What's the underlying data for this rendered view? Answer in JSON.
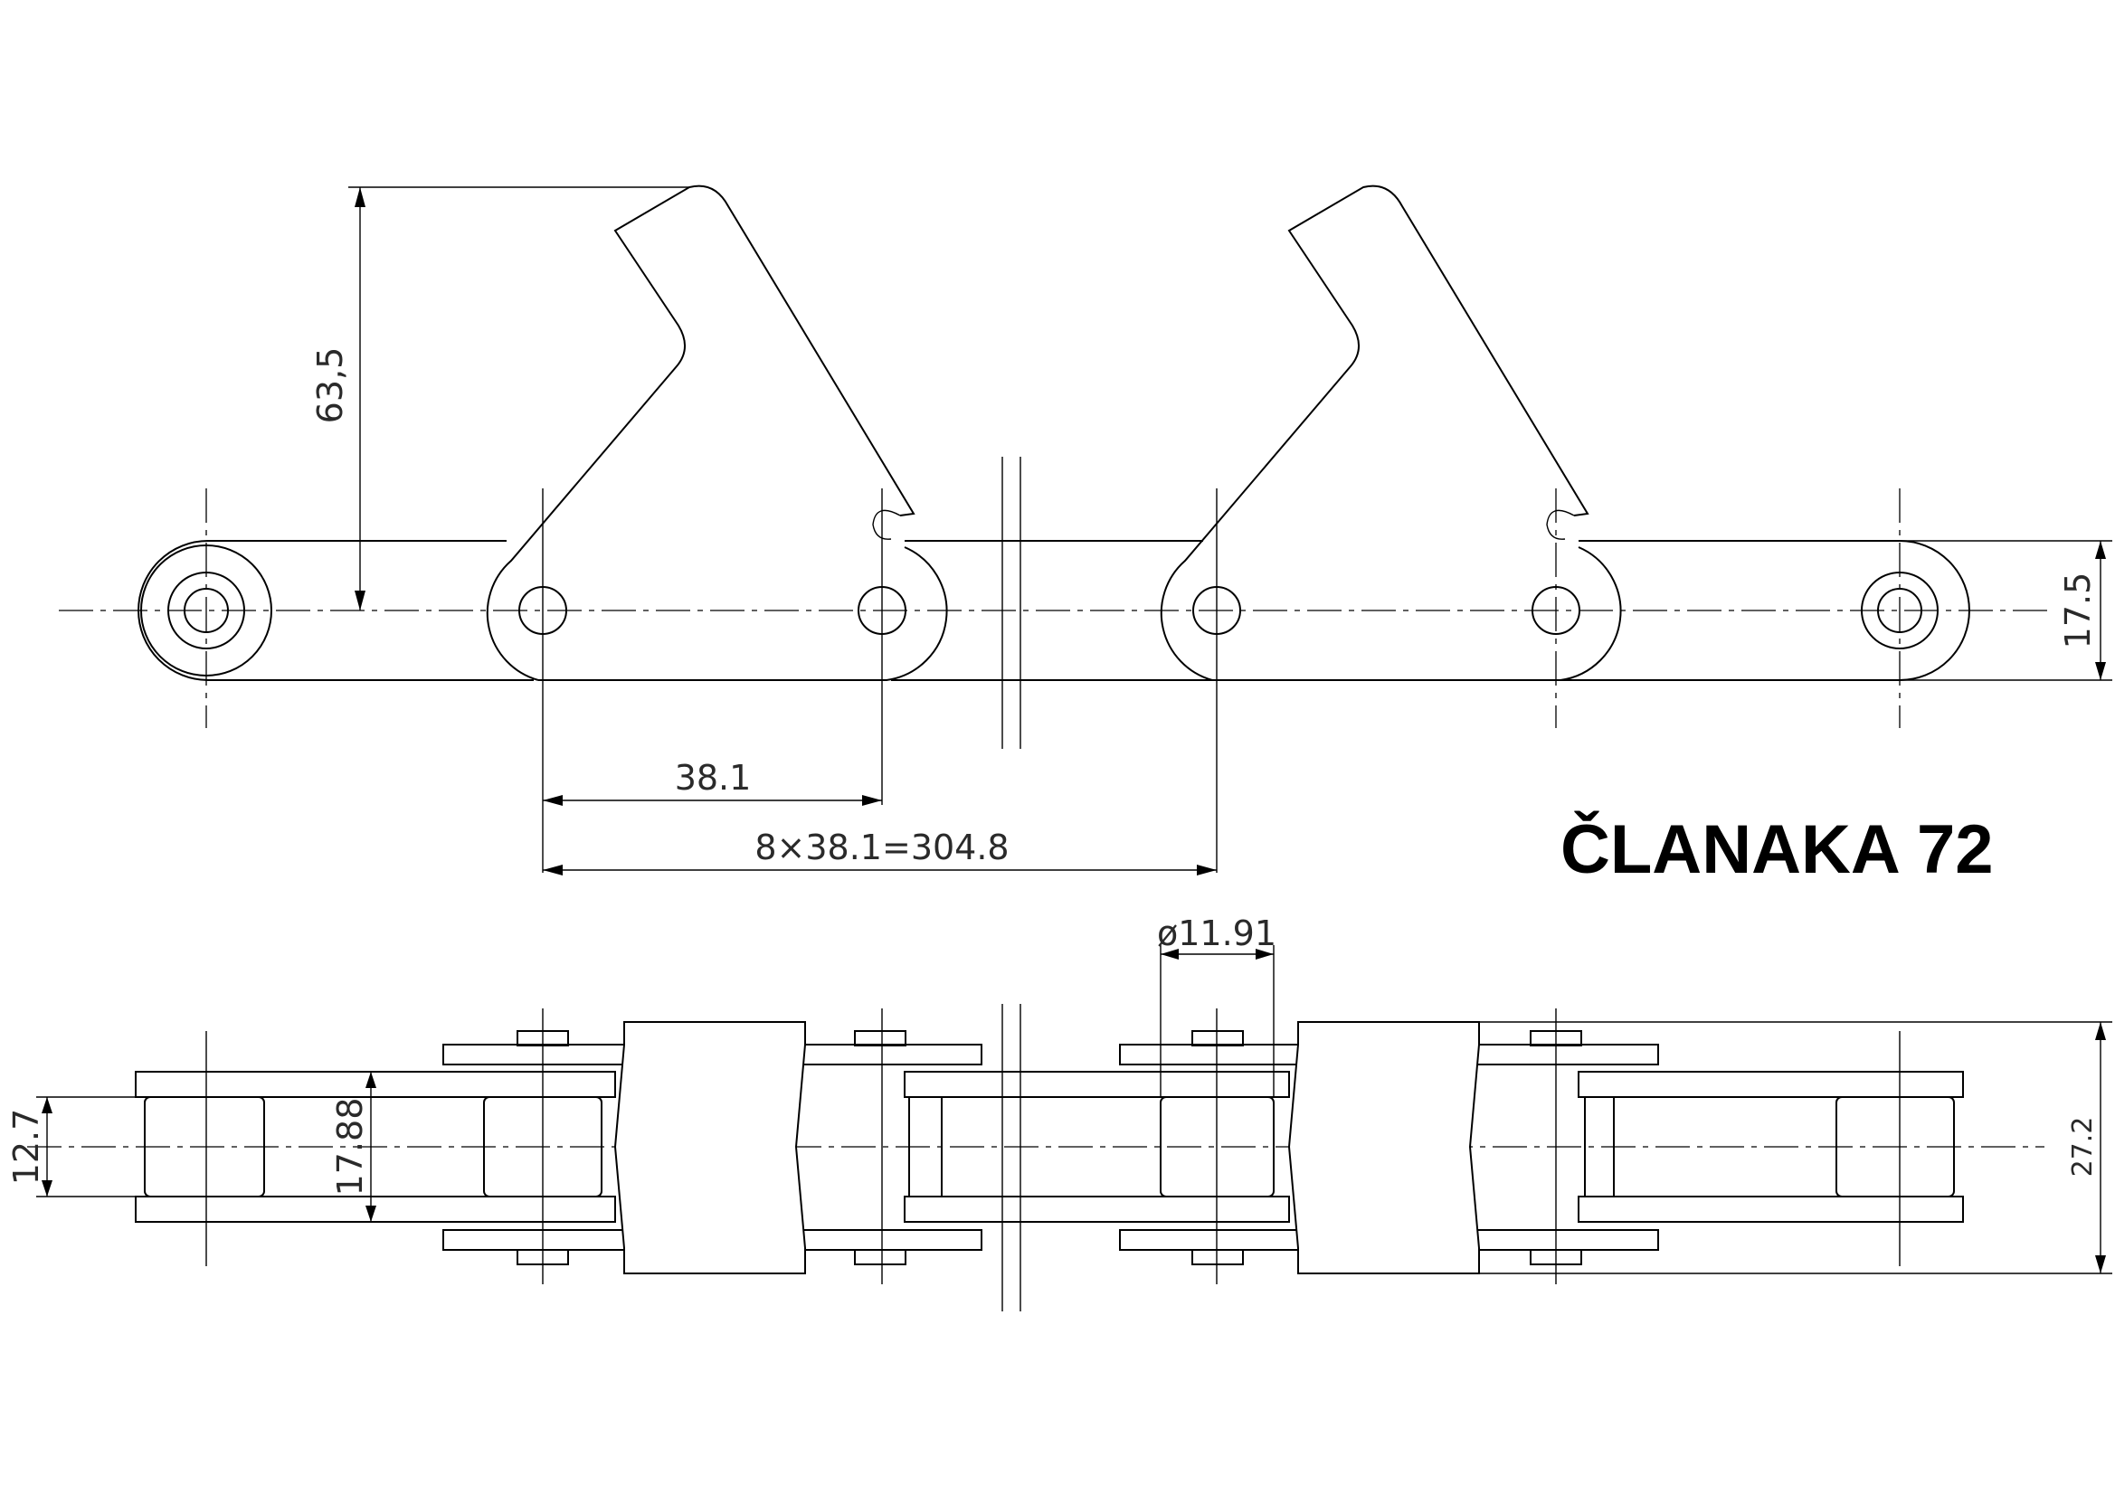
{
  "title": "ČLANAKA 72",
  "dimensions": {
    "height_63_5": "63,5",
    "height_17_5": "17.5",
    "pitch": "38.1",
    "total_length": "8×38.1=304.8",
    "pin_diameter": "ø11.91",
    "width_12_7": "12.7",
    "width_17_88": "17.88",
    "width_27_2": "27.2"
  }
}
